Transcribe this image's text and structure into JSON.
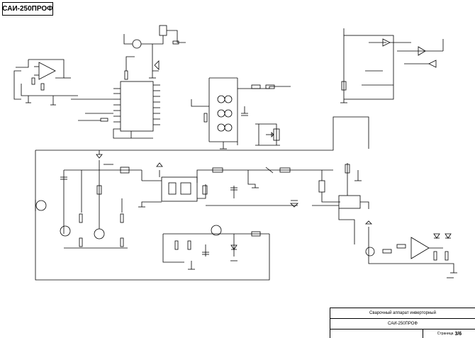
{
  "sheet": {
    "title": "САИ-250ПРОФ",
    "stamp_description": "Сварочный аппарат инверторный",
    "stamp_model": "САИ-250ПРОФ",
    "stamp_pages_label": "Страница",
    "stamp_page_number": "3/6"
  },
  "colors": {
    "ink": "#000000",
    "paper": "#ffffff"
  }
}
